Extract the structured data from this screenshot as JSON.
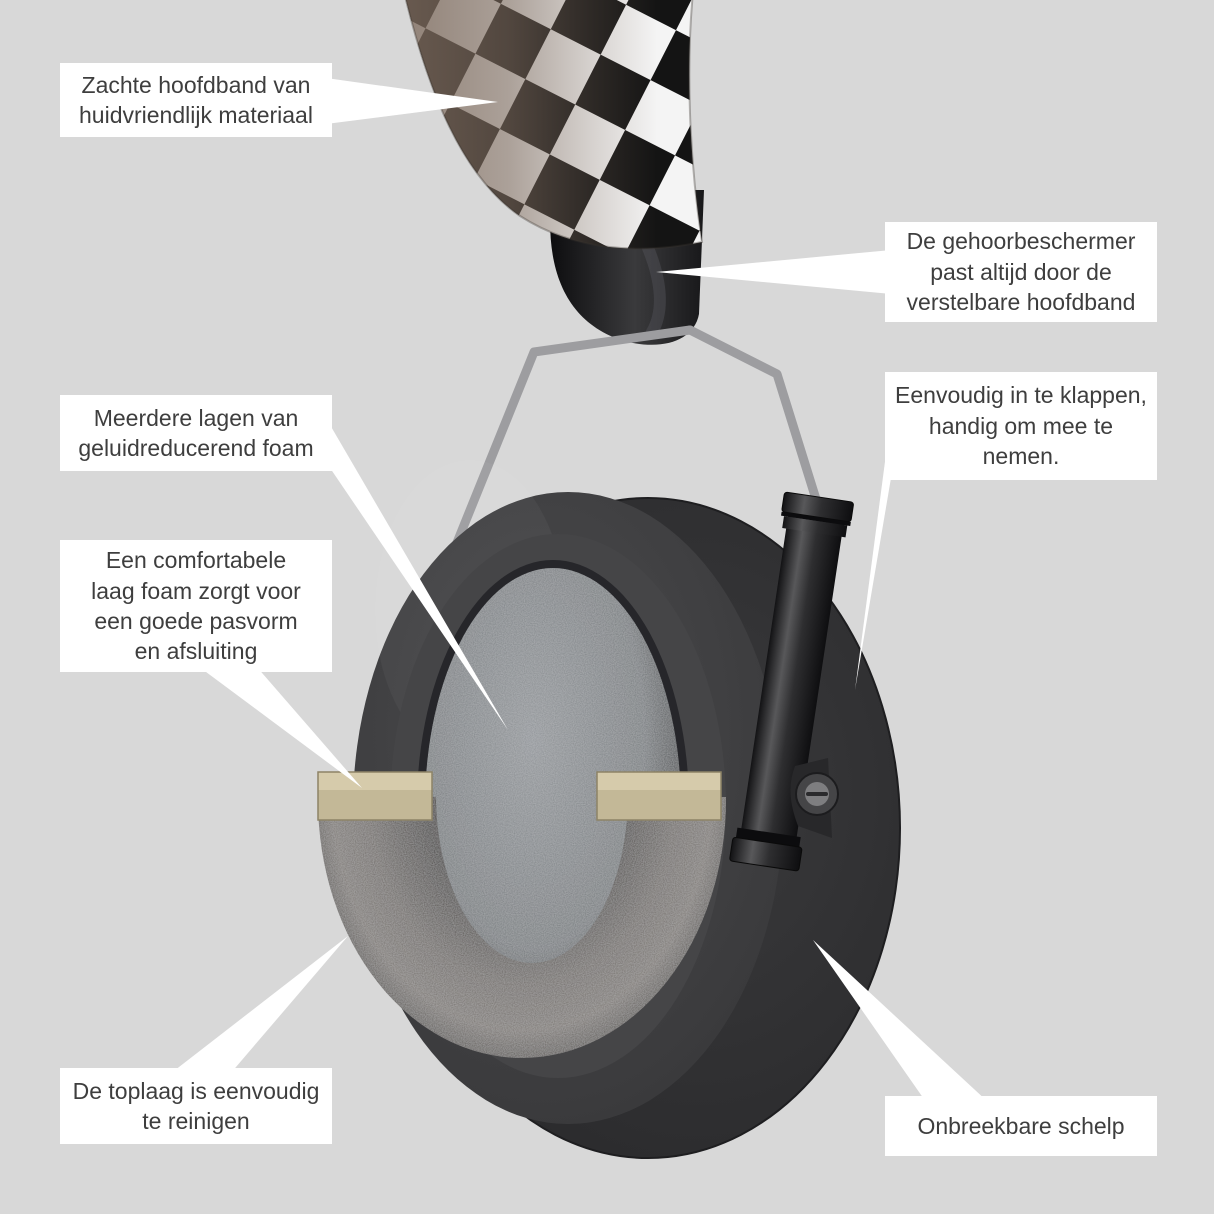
{
  "canvas": {
    "background": "#d8d8d8"
  },
  "colors": {
    "canvas_bg": "#d8d8d8",
    "callout_bg": "#ffffff",
    "callout_text": "#3e3e3e",
    "wire": "#9d9da0",
    "cut_foam": "#c3b897",
    "cut_foam_top": "#d6cbab",
    "shell_dark": "#2d2d2f",
    "foam_gray": "#75797c",
    "cushion_gray": "#6e6965"
  },
  "callouts": [
    {
      "id": "headband",
      "text": "Zachte hoofdband van\nhuidvriendlijk materiaal"
    },
    {
      "id": "adjustable-headband",
      "text": "De gehoorbeschermer\npast altijd door de\nverstelbare hoofdband"
    },
    {
      "id": "foldable",
      "text": "Eenvoudig in te klappen,\nhandig om mee te\nnemen."
    },
    {
      "id": "noise-reducing-foam",
      "text": "Meerdere lagen van\ngeluidreducerend foam"
    },
    {
      "id": "comfort-foam",
      "text": "Een comfortabele\nlaag foam zorgt voor\neen goede pasvorm\nen afsluiting"
    },
    {
      "id": "cleanable-top-layer",
      "text": "De toplaag is eenvoudig\nte reinigen"
    },
    {
      "id": "unbreakable-shell",
      "text": "Onbreekbare schelp"
    }
  ]
}
